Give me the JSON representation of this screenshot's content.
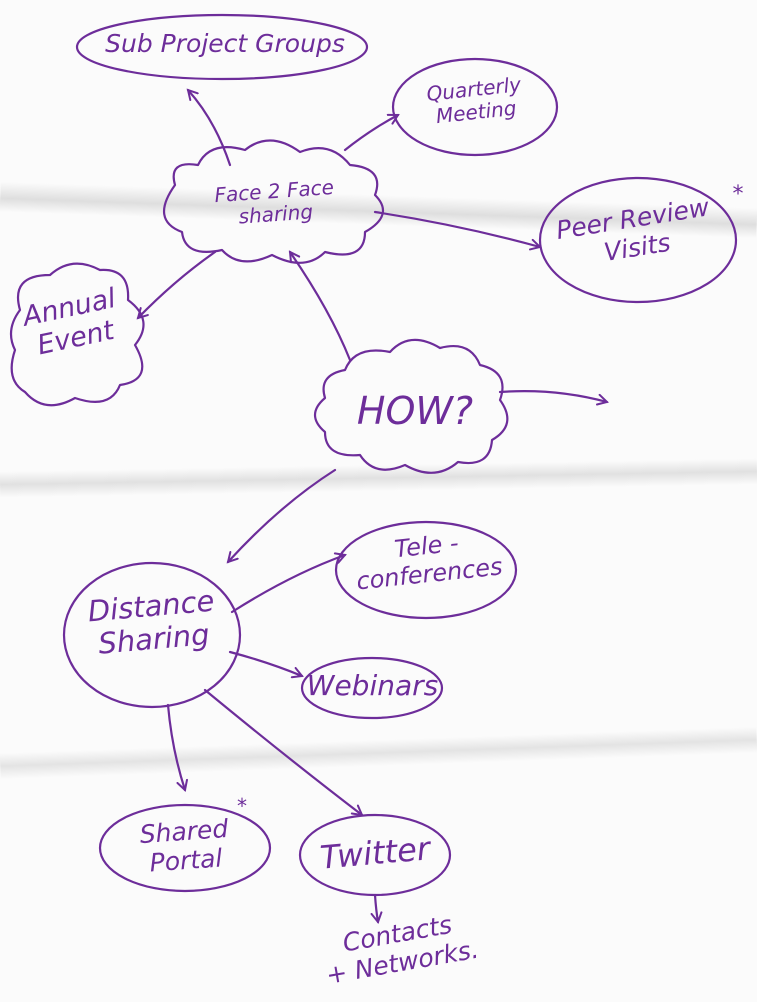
{
  "colors": {
    "ink": "#6d2d9a",
    "paper": "#fbfbfb"
  },
  "nodes": {
    "how": "HOW?",
    "face_to_face": {
      "line1": "Face 2 Face",
      "line2": "sharing"
    },
    "sub_project_groups": "Sub Project Groups",
    "quarterly_meeting": {
      "line1": "Quarterly",
      "line2": "Meeting"
    },
    "peer_review_visits": {
      "line1": "Peer Review",
      "line2": "Visits",
      "mark": "*"
    },
    "annual_event": {
      "line1": "Annual",
      "line2": "Event"
    },
    "distance_sharing": {
      "line1": "Distance",
      "line2": "Sharing"
    },
    "tele_conferences": {
      "line1": "Tele -",
      "line2": "conferences"
    },
    "webinars": "Webinars",
    "shared_portal": {
      "line1": "Shared",
      "line2": "Portal",
      "mark": "*"
    },
    "twitter": "Twitter",
    "contacts_networks": {
      "line1": "Contacts",
      "line2": "+ Networks."
    }
  }
}
